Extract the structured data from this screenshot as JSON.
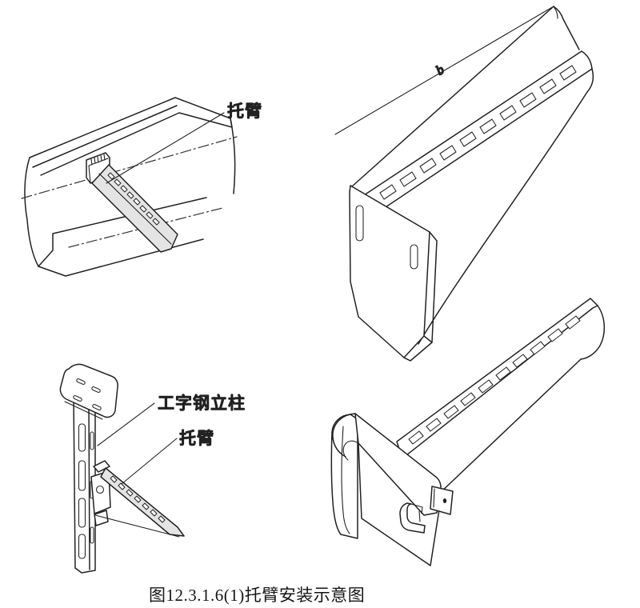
{
  "diagram": {
    "caption": "图12.3.1.6(1)托臂安装示意图",
    "figure_top_left": {
      "label": "托臂"
    },
    "figure_top_right": {
      "dimension_label": "b"
    },
    "figure_bottom_left": {
      "column_label": "工字钢立柱",
      "bracket_label": "托臂"
    },
    "colors": {
      "line": "#222222",
      "background": "#ffffff",
      "shade": "#e4e4e4"
    }
  }
}
